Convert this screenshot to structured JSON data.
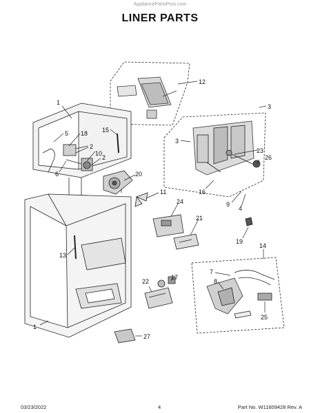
{
  "watermark": "AppliancePartsPros.com",
  "page_title": "LINER PARTS",
  "callouts": {
    "c1_top": "1",
    "c5": "5",
    "c18": "18",
    "c15": "15",
    "c2a": "2",
    "c10": "10",
    "c2b": "2",
    "c6": "6",
    "c20": "20",
    "c12": "12",
    "c3a": "3",
    "c3b": "3",
    "c23": "23",
    "c26": "26",
    "c16": "16",
    "c9": "9",
    "c4": "4",
    "c11": "11",
    "c24": "24",
    "c21": "21",
    "c19": "19",
    "c13": "13",
    "c14": "14",
    "c7": "7",
    "c8": "8",
    "c22": "22",
    "c17": "17",
    "c25": "25",
    "c1_bottom": "1",
    "c27": "27"
  },
  "footer": {
    "date": "03/23/2022",
    "page_number": "4",
    "part_number": "Part No. W11609428  Rev. A"
  }
}
